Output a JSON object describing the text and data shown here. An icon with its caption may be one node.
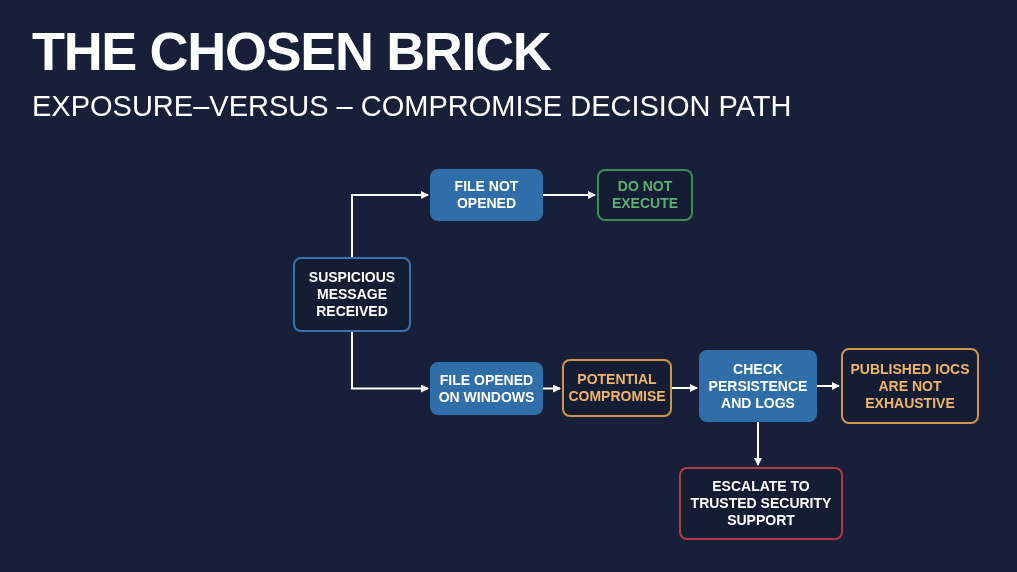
{
  "diagram": {
    "title": "THE CHOSEN BRICK",
    "caption": "EXPOSURE–VERSUS – COMPROMISE DECISION PATH",
    "nodes": [
      {
        "text": [
          "SUSPICIOUS MESSAGE RECEIVED"
        ]
      },
      {
        "text": [
          "FILE NOT OPENED"
        ]
      },
      {
        "text": [
          "DO NOT EXECUTE"
        ]
      },
      {
        "text": [
          "FILE OPENED ON WINDOWS"
        ]
      },
      {
        "text": [
          "POTENTIAL COMPROMISE"
        ]
      },
      {
        "text": [
          "CHECK PERSISTENCE AND LOGS"
        ]
      },
      {
        "text": [
          "PUBLISHED IOCS ARE NOT EXHAUSTIVE"
        ]
      },
      {
        "text": [
          "ESCALATE TO TRUSTED SECURITY SUPPORT"
        ]
      }
    ],
    "edges": [
      {
        "from": 0,
        "to": 1,
        "arrow": "to"
      },
      {
        "from": 0,
        "to": 3,
        "arrow": "to"
      },
      {
        "from": 1,
        "to": 2,
        "arrow": "to"
      },
      {
        "from": 3,
        "to": 4,
        "arrow": "to"
      },
      {
        "from": 4,
        "to": 5,
        "arrow": "to"
      },
      {
        "from": 5,
        "to": 6,
        "arrow": "to"
      },
      {
        "from": 5,
        "to": 7,
        "arrow": "to"
      }
    ]
  }
}
